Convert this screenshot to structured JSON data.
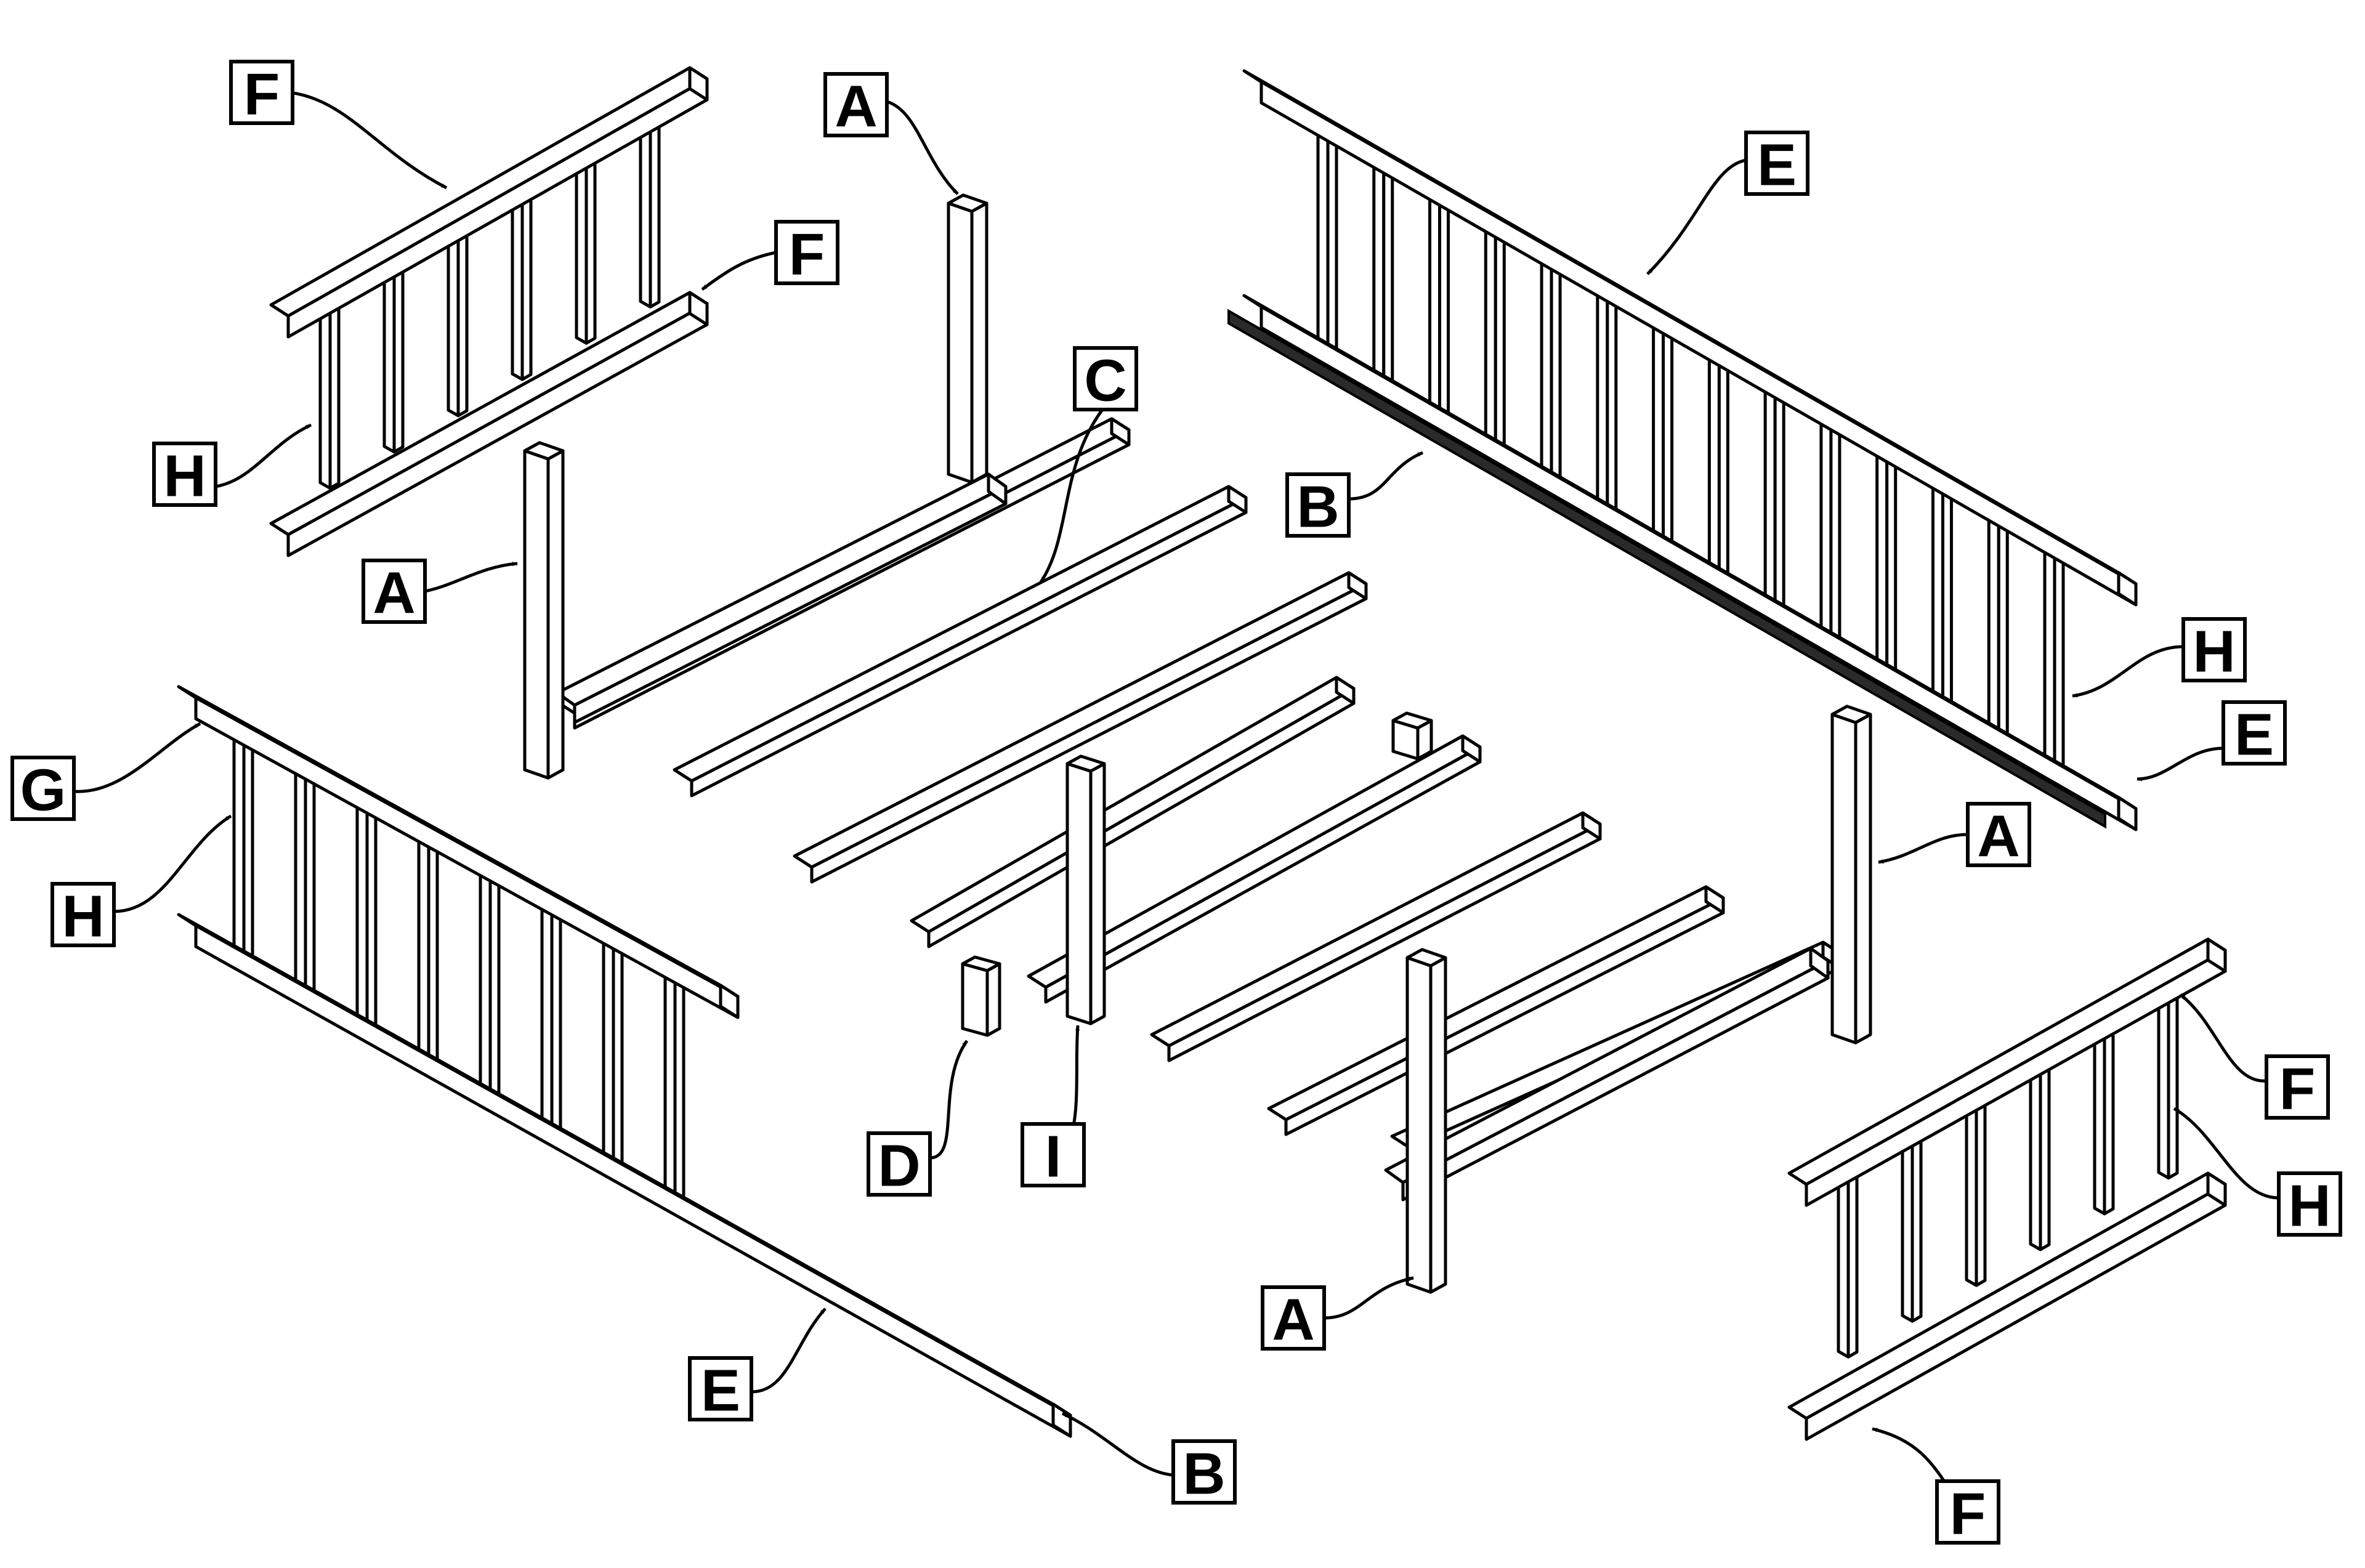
{
  "labels": {
    "A": "A",
    "B": "B",
    "C": "C",
    "D": "D",
    "E": "E",
    "F": "F",
    "G": "G",
    "H": "H",
    "I": "I"
  },
  "colors": {
    "line": "#000000",
    "fill": "#ffffff",
    "gripper_strip": "#2a2a2a"
  }
}
